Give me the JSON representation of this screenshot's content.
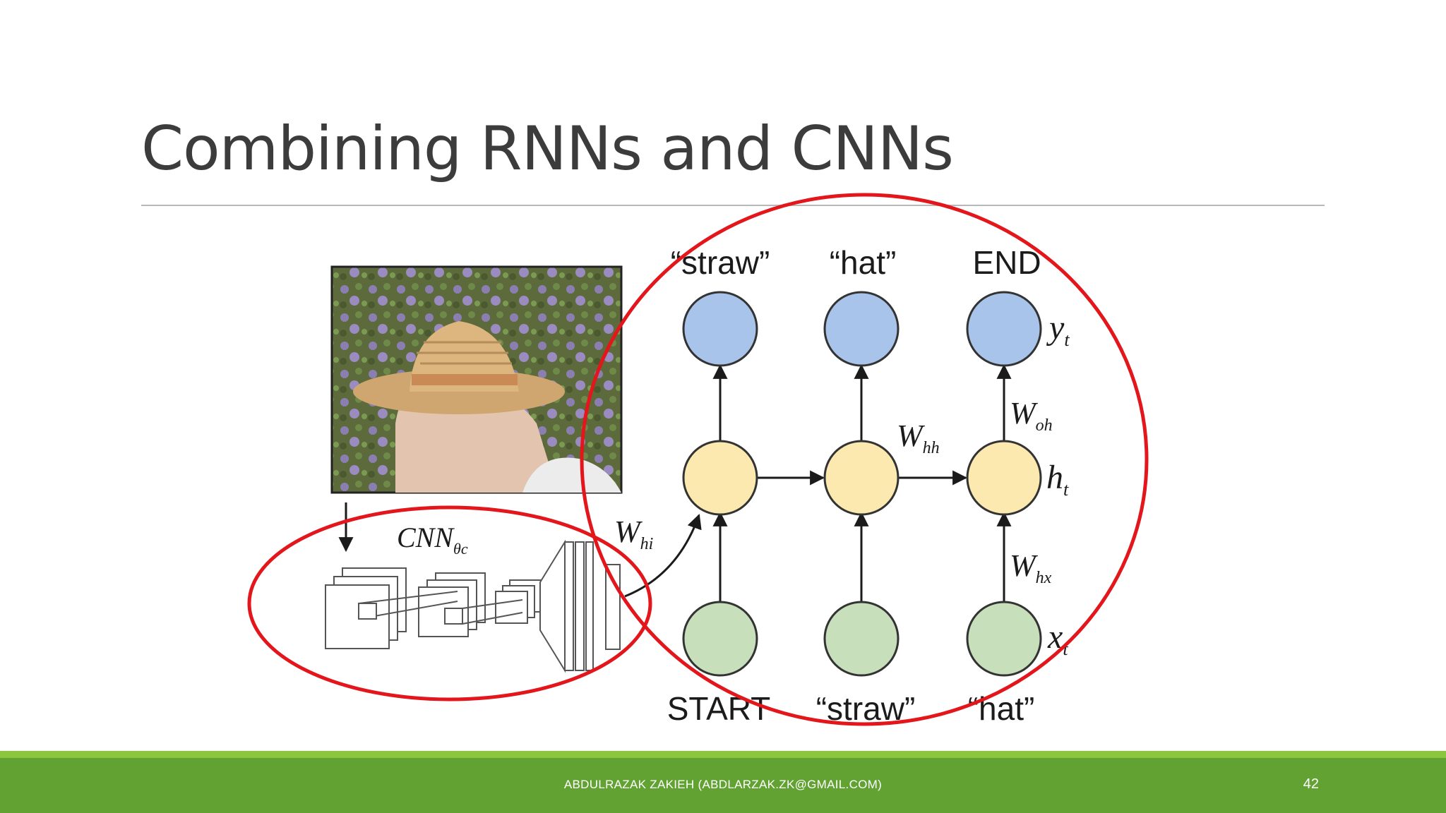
{
  "slide": {
    "title": "Combining RNNs and CNNs",
    "footer_text": "ABDULRAZAK ZAKIEH (ABDLARZAK.ZK@GMAIL.COM)",
    "page_number": "42"
  },
  "diagram": {
    "output_labels": [
      "“straw”",
      "“hat”",
      "END"
    ],
    "input_labels": [
      "START",
      "“straw”",
      "“hat”"
    ],
    "cnn_label": "CNN",
    "cnn_subscript": "θc",
    "weights": {
      "hi": {
        "base": "W",
        "sub": "hi"
      },
      "hh": {
        "base": "W",
        "sub": "hh"
      },
      "oh": {
        "base": "W",
        "sub": "oh"
      },
      "hx": {
        "base": "W",
        "sub": "hx"
      }
    },
    "node_labels": {
      "y": {
        "base": "y",
        "sub": "t"
      },
      "h": {
        "base": "h",
        "sub": "t"
      },
      "x": {
        "base": "x",
        "sub": "t"
      }
    },
    "colors": {
      "output_node": "#a9c4ea",
      "hidden_node": "#fbe9b0",
      "input_node": "#c7dfbb",
      "highlight_circle": "#e3161c",
      "footer_green": "#62a232",
      "footer_stripe": "#8cc63f"
    }
  }
}
